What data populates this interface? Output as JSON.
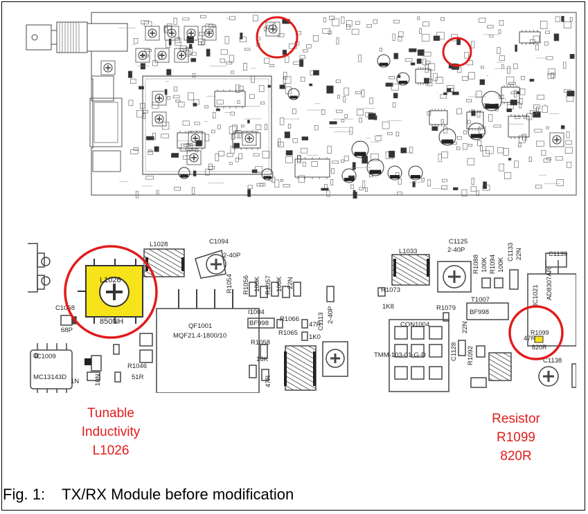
{
  "top_board": {
    "description_labels": []
  },
  "detail": {
    "components": {
      "c1094": "C1094",
      "c1094_val": "2-40P",
      "l1028": "L1028",
      "l1026": "L1026",
      "l1026_val": "850NH",
      "qf1001": "QF1001",
      "qf1001_val": "MQF21.4-1800/10",
      "ic1009": "IC1009",
      "ic1009_val": "MC13143D",
      "c1068": "C1068",
      "c1068_val": "68P",
      "r1054": "R1054",
      "r1056": "R1056",
      "r1057": "R1057",
      "val_100k_a": "100K",
      "val_100k_b": "100K",
      "val_22n": "22N",
      "i1004": "I1004",
      "bf998_a": "BF998",
      "r1066": "R1066",
      "r1066_val": "47R",
      "r1065": "R1065",
      "r1065_val": "1K0",
      "c1113": "C1113",
      "c1113_val": "2-40P",
      "r1058": "R1058",
      "r1058_val": "18K",
      "r1046": "R1046",
      "r1046_val": "51R",
      "val_1n": "1N",
      "val_10n": "10N",
      "val_47r": "47R",
      "c1125": "C1125",
      "c1125_val": "2-40P",
      "l1033": "L1033",
      "r1073": "R1073",
      "r1073_val": "1K8",
      "r1088": "R1088",
      "r1094": "R1094",
      "val_100k_c": "100K",
      "val_100k_d": "100K",
      "c1133": "C1133",
      "c1133_val": "22N",
      "c1139": "C1139",
      "r1079": "R1079",
      "t1007": "T1007",
      "bf998_b": "BF998",
      "r1099": "R1099",
      "r1099_val": "820R",
      "con1004": "CON1004",
      "tmm": "TMM-103-01-G-D",
      "c1128": "C1128",
      "r1092": "R1092",
      "c1138": "C1138",
      "ic1021": "IC1021",
      "ad8307": "AD8307AR",
      "val_22n_b": "22N",
      "val_47r_b": "47R"
    }
  },
  "callouts": {
    "left": [
      "Tunable",
      "Inductivity",
      "L1026"
    ],
    "right": [
      "Resistor",
      "R1099",
      "820R"
    ]
  },
  "caption": "Fig. 1:    TX/RX Module before modification",
  "colors": {
    "highlight_circle": "#e11b1b",
    "highlight_fill": "#f7e31a",
    "trace": "#444444"
  }
}
